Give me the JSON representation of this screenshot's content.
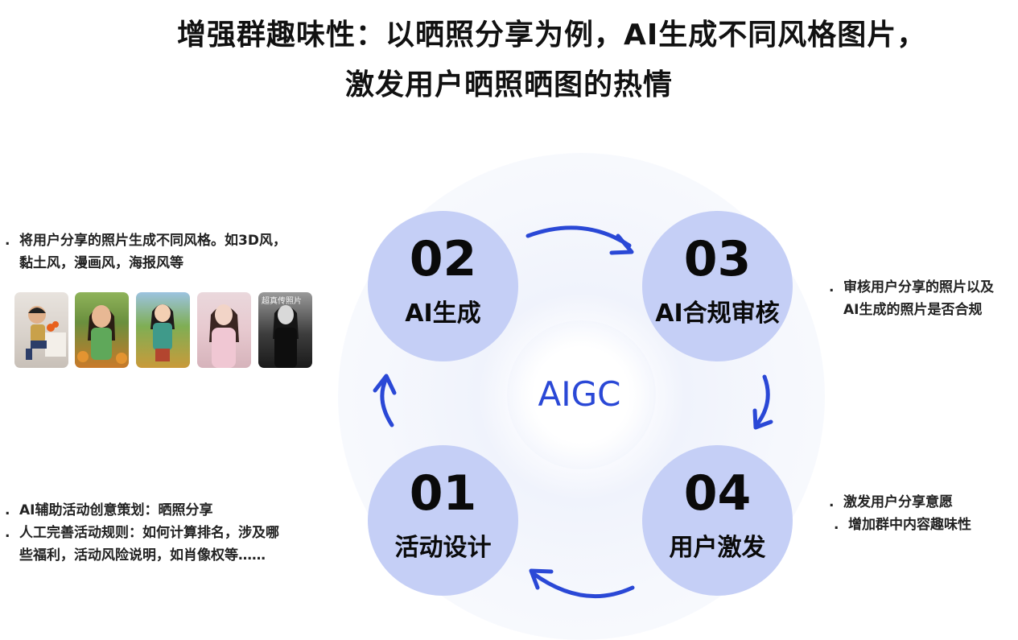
{
  "title": {
    "line1": "增强群趣味性：以晒照分享为例，AI生成不同风格图片，",
    "line2": "激发用户晒照晒图的热情"
  },
  "center": {
    "label": "AIGC"
  },
  "nodes": [
    {
      "num": "02",
      "label": "AI生成"
    },
    {
      "num": "03",
      "label": "AI合规审核"
    },
    {
      "num": "01",
      "label": "活动设计"
    },
    {
      "num": "04",
      "label": "用户激发"
    }
  ],
  "notes": {
    "top_left": {
      "line1": "将用户分享的照片生成不同风格。如3D风，",
      "line2": "黏土风，漫画风，海报风等"
    },
    "top_right": {
      "line1": "审核用户分享的照片以及",
      "line2": "AI生成的照片是否合规"
    },
    "bottom_left": {
      "line1": "AI辅助活动创意策划：晒照分享",
      "line2": "人工完善活动规则：如何计算排名，涉及哪",
      "line3": "些福利，活动风险说明，如肖像权等……"
    },
    "bottom_right": {
      "line1": "激发用户分享意愿",
      "line2": "增加群中内容趣味性"
    }
  },
  "bullet": ".",
  "photos": [
    {
      "icon": "3d-figure-photo"
    },
    {
      "icon": "clay-style-photo"
    },
    {
      "icon": "comic-style-photo"
    },
    {
      "icon": "portrait-photo"
    },
    {
      "icon": "poster-style-photo",
      "text": "超真传照片"
    }
  ],
  "colors": {
    "accent": "#2a48d6",
    "node_fill": "#c5cff6"
  }
}
